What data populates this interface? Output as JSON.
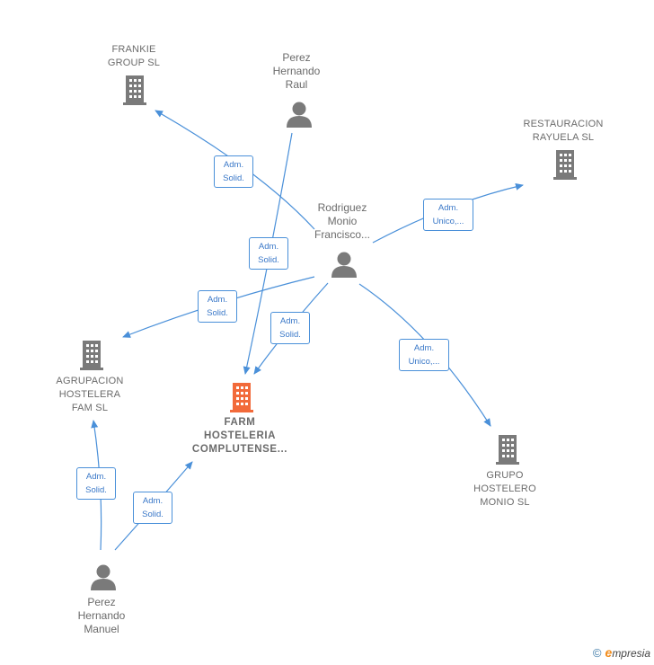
{
  "nodes": {
    "frankie": {
      "label": "FRANKIE\nGROUP  SL",
      "type": "company"
    },
    "perez_raul": {
      "label": "Perez\nHernando\nRaul",
      "type": "person"
    },
    "restauracion": {
      "label": "RESTAURACION\nRAYUELA  SL",
      "type": "company"
    },
    "rodriguez": {
      "label": "Rodriguez\nMonio\nFrancisco...",
      "type": "person"
    },
    "agrupacion": {
      "label": "AGRUPACION\nHOSTELERA\nFAM  SL",
      "type": "company"
    },
    "farm": {
      "label": "FARM\nHOSTELERIA\nCOMPLUTENSE...",
      "type": "company-focus"
    },
    "grupo": {
      "label": "GRUPO\nHOSTELERO\nMONIO SL",
      "type": "company"
    },
    "perez_manuel": {
      "label": "Perez\nHernando\nManuel",
      "type": "person"
    }
  },
  "edges": {
    "e1": "Adm.\nSolid.",
    "e2": "Adm.\nSolid.",
    "e3": "Adm.\nUnico,...",
    "e4": "Adm.\nSolid.",
    "e5": "Adm.\nSolid.",
    "e6": "Adm.\nUnico,...",
    "e7": "Adm.\nSolid.",
    "e8": "Adm.\nSolid."
  },
  "colors": {
    "edge": "#4a90d9",
    "icon": "#7a7a7a",
    "focus_icon": "#f26a3a"
  },
  "footer": {
    "copyright": "©",
    "brand_initial": "e",
    "brand_rest": "mpresia"
  }
}
